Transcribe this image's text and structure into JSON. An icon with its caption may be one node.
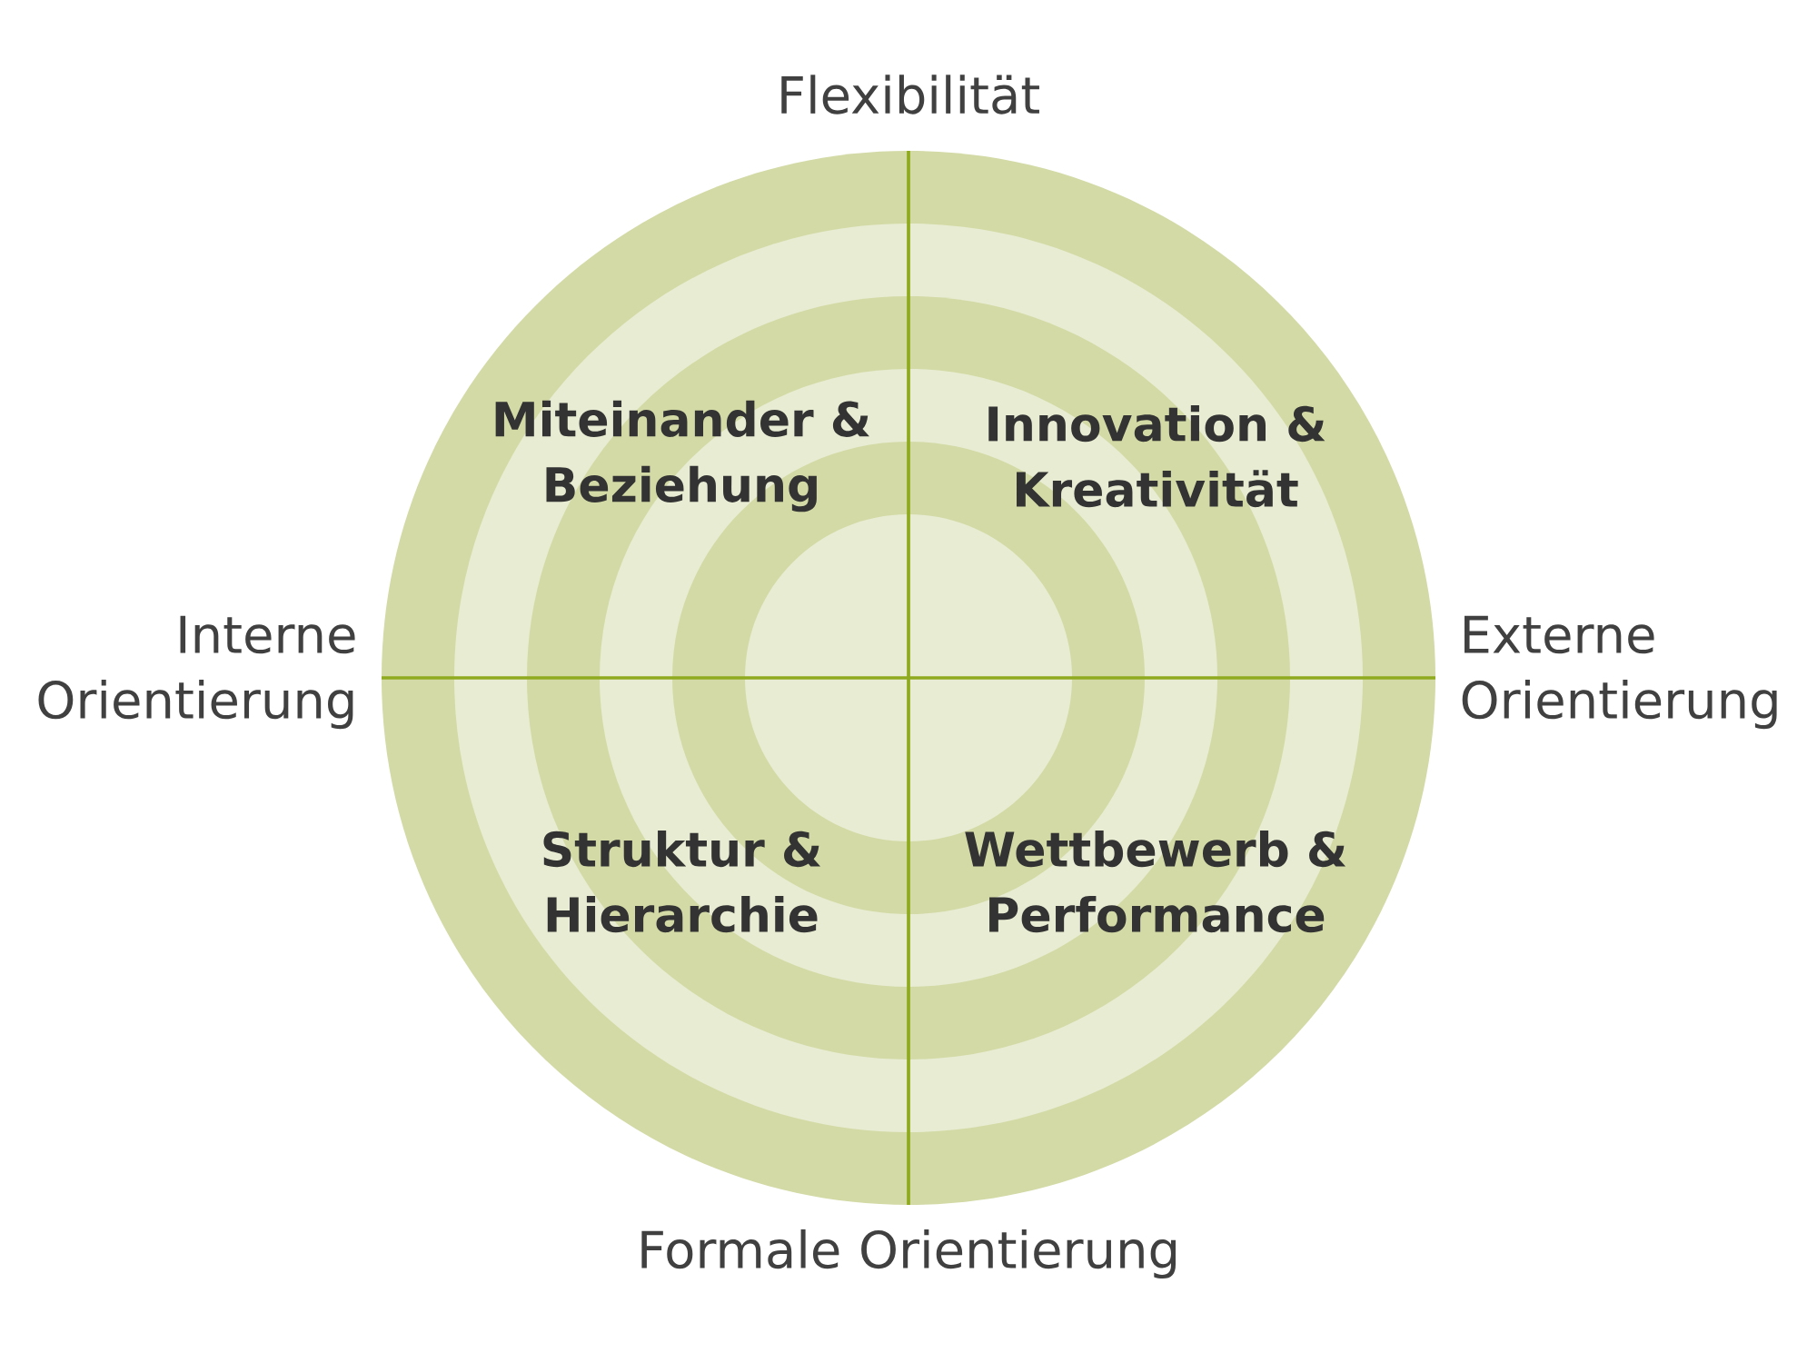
{
  "diagram": {
    "nodes": [
      {
        "text": [
          "Miteinander & Beziehung"
        ]
      },
      {
        "text": [
          "Innovation & Kreativität"
        ]
      },
      {
        "text": [
          "Struktur & Hierarchie"
        ]
      },
      {
        "text": [
          "Wettbewerb & Performance"
        ]
      }
    ],
    "labels": [
      "Flexibilität",
      "Interne Orientierung",
      "Externe Orientierung",
      "Formale Orientierung"
    ]
  }
}
